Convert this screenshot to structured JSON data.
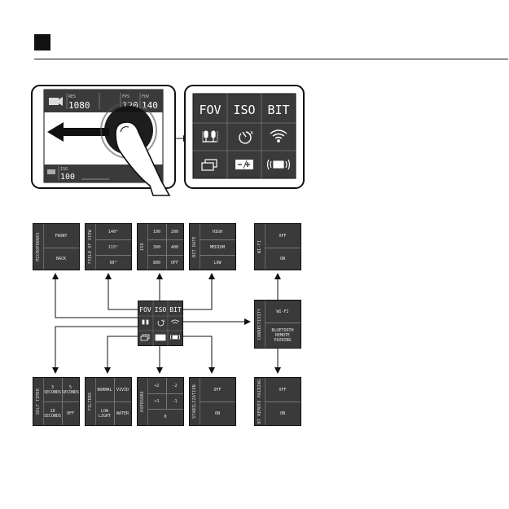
{
  "header": {
    "marker_color": "#111111"
  },
  "touch_screen": {
    "res_label": "RES",
    "res_value": "1080",
    "fps_label": "FPS",
    "fps_value": "120",
    "fov_label": "FOV",
    "fov_value": "140",
    "iso_label": "ISO",
    "iso_value": "100",
    "gesture": "swipe-left"
  },
  "menu_large": {
    "top_row": [
      "FOV",
      "ISO",
      "BIT"
    ],
    "icons_row1": [
      "microphone-icon",
      "self-timer-icon",
      "wifi-icon"
    ],
    "icons_row2": [
      "filter-icon",
      "exposure-icon",
      "stabilization-icon"
    ]
  },
  "menu_small": {
    "top_row": [
      "FOV",
      "ISO",
      "BIT"
    ]
  },
  "panels": {
    "microphones": {
      "title": "MICROPHONES",
      "options": [
        "FRONT",
        "BACK"
      ]
    },
    "fov": {
      "title": "FIELD OF VIEW",
      "options": [
        "140°",
        "115°",
        "90°"
      ]
    },
    "iso": {
      "title": "ISO",
      "options": [
        "100",
        "200",
        "300",
        "400",
        "800",
        "OFF"
      ]
    },
    "bitrate": {
      "title": "BIT RATE",
      "options": [
        "HIGH",
        "MEDIUM",
        "LOW"
      ]
    },
    "wifi": {
      "title": "WI-FI",
      "options": [
        "OFF",
        "ON"
      ]
    },
    "connectivity": {
      "title": "CONNECTIVITY",
      "options": [
        "WI-FI",
        "BLUETOOTH\nREMOTE\nPAIRING"
      ]
    },
    "self_timer": {
      "title": "SELF TIMER",
      "options": [
        "3\nSECONDS",
        "5\nSECONDS",
        "10\nSECONDS",
        "OFF"
      ]
    },
    "filters": {
      "title": "FILTERS",
      "options": [
        "NORMAL",
        "VIVID",
        "LOW\nLIGHT",
        "WATER"
      ]
    },
    "exposure": {
      "title": "EXPOSURE",
      "options": [
        "+2",
        "-2",
        "+1",
        "-1",
        "0"
      ]
    },
    "stabilization": {
      "title": "STABILIZATION",
      "options": [
        "OFF",
        "ON"
      ]
    },
    "bt_remote": {
      "title": "BT REMOTE PAIRING",
      "options": [
        "OFF",
        "ON"
      ]
    }
  }
}
